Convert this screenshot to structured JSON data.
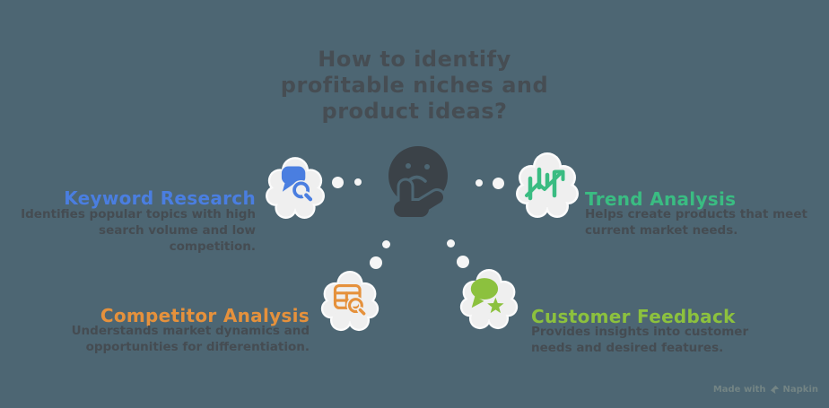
{
  "colors": {
    "background": "#4D6673",
    "title_text": "#464D53",
    "body_text": "#454C52",
    "emoji": "#3B4248",
    "cloud": "#EFEFEF",
    "cloud_rim": "#FBFBFB",
    "dot": "#F5F5F5",
    "keyword_blue": "#4A7EE0",
    "trend_green": "#3ABC82",
    "competitor_orange": "#E5913C",
    "customer_green": "#8CC13E",
    "watermark": "#738484"
  },
  "title": {
    "lines": [
      "How to identify",
      "profitable niches and",
      "product ideas?"
    ]
  },
  "center_icon": "thinking-face-emoji",
  "branches": [
    {
      "label": "Keyword Research",
      "icon": "speech-bubble-magnifier-icon",
      "description": "Identifies popular topics with high search volume and low competition.",
      "description_lines": [
        "Identifies popular topics with high",
        "search volume and low",
        "competition."
      ]
    },
    {
      "label": "Trend Analysis",
      "icon": "trend-chart-arrow-icon",
      "description": "Helps create products that meet current market needs.",
      "description_lines": [
        "Helps create products that meet",
        "current market needs."
      ]
    },
    {
      "label": "Competitor Analysis",
      "icon": "table-magnifier-icon",
      "description": "Understands market dynamics and opportunities for differentiation.",
      "description_lines": [
        "Understands market dynamics and",
        "opportunities for differentiation."
      ]
    },
    {
      "label": "Customer Feedback",
      "icon": "speech-bubble-star-icon",
      "description": "Provides insights into customer needs and desired features.",
      "description_lines": [
        "Provides insights into customer",
        "needs and desired features."
      ]
    }
  ],
  "watermark": {
    "prefix": "Made with",
    "brand": "Napkin"
  }
}
